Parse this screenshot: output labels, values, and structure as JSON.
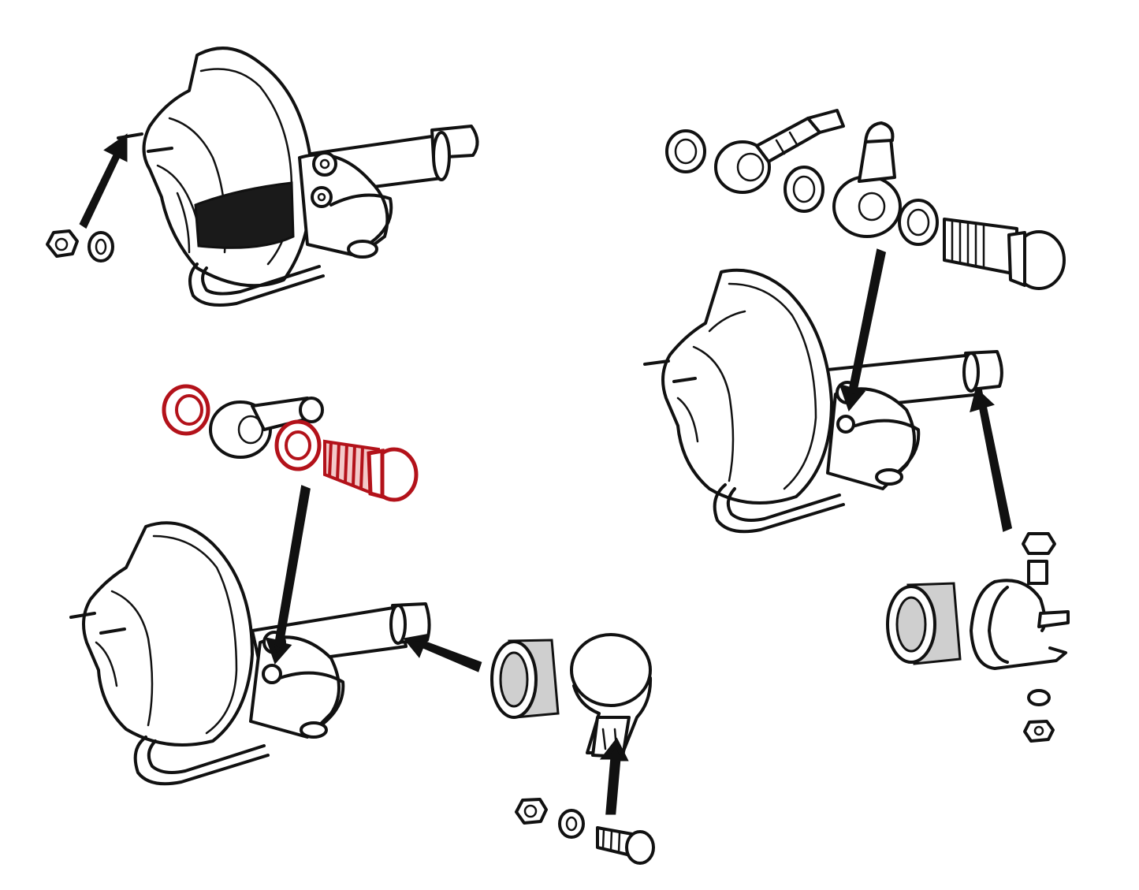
{
  "diagram": {
    "views": [
      "top-left-servo",
      "right-servo",
      "bottom-left-servo"
    ],
    "highlight_color": "#b3121a",
    "ink_color": "#111111",
    "highlighted_parts": [
      "sealing-washer-outer",
      "sealing-washer-inner",
      "banjo-bolt"
    ]
  }
}
